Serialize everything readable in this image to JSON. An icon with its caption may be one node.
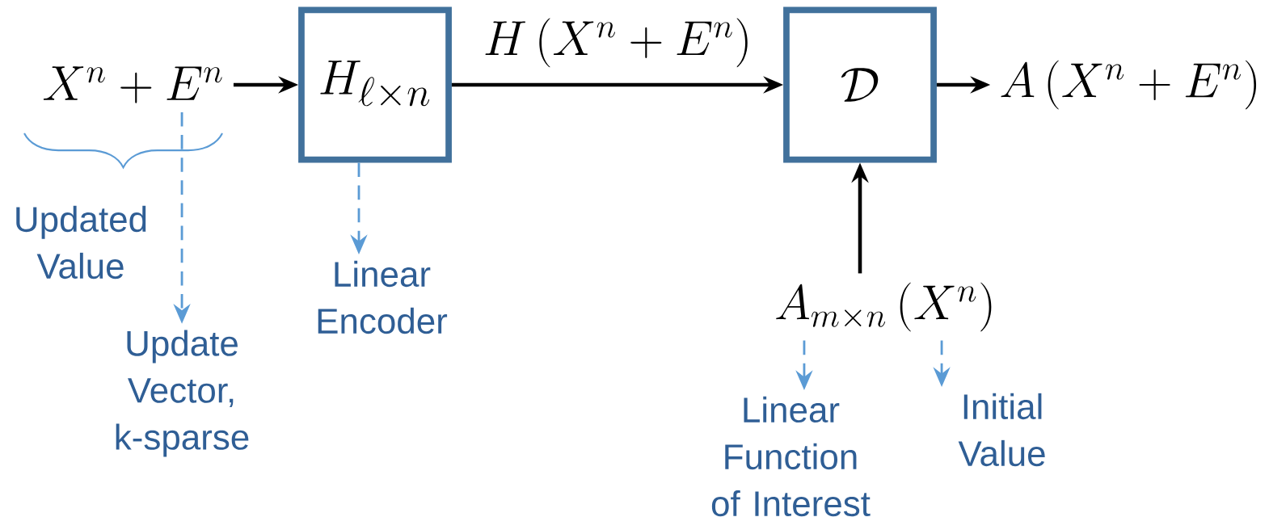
{
  "diagram": {
    "nodes": [
      {
        "text": [
          "X^n + E^n"
        ]
      },
      {
        "text": [
          "H_{\\ell\\times n}"
        ]
      },
      {
        "text": [
          "\\mathcal{D}"
        ]
      },
      {
        "text": [
          "A\\left(X^n + E^n\\right)"
        ]
      },
      {
        "text": [
          "A_{m\\times n}\\left(X^n\\right)"
        ]
      },
      {
        "text": [
          "Update Vector, k-sparse"
        ]
      },
      {
        "text": [
          "Linear Encoder"
        ]
      },
      {
        "text": [
          "Linear Function of Interest"
        ]
      },
      {
        "text": [
          "Initial Value"
        ]
      }
    ],
    "edges": [
      {
        "from": 0,
        "to": 1,
        "arrow": "to"
      },
      {
        "from": 1,
        "to": 2,
        "arrow": "to",
        "label": "H\\left(X^n + E^n\\right)"
      },
      {
        "from": 2,
        "to": 3,
        "arrow": "to"
      },
      {
        "from": 4,
        "to": 2,
        "arrow": "to"
      },
      {
        "from": 0,
        "to": 5,
        "arrow": "to",
        "style": "dashed",
        "color": "#5b9bd5"
      },
      {
        "from": 1,
        "to": 6,
        "arrow": "to",
        "style": "dashed",
        "color": "#5b9bd5"
      },
      {
        "from": 4,
        "to": 7,
        "arrow": "to",
        "style": "dashed",
        "color": "#5b9bd5"
      },
      {
        "from": 4,
        "to": 8,
        "arrow": "to",
        "style": "dashed",
        "color": "#5b9bd5"
      }
    ],
    "labels": [
      "Updated Value"
    ]
  }
}
